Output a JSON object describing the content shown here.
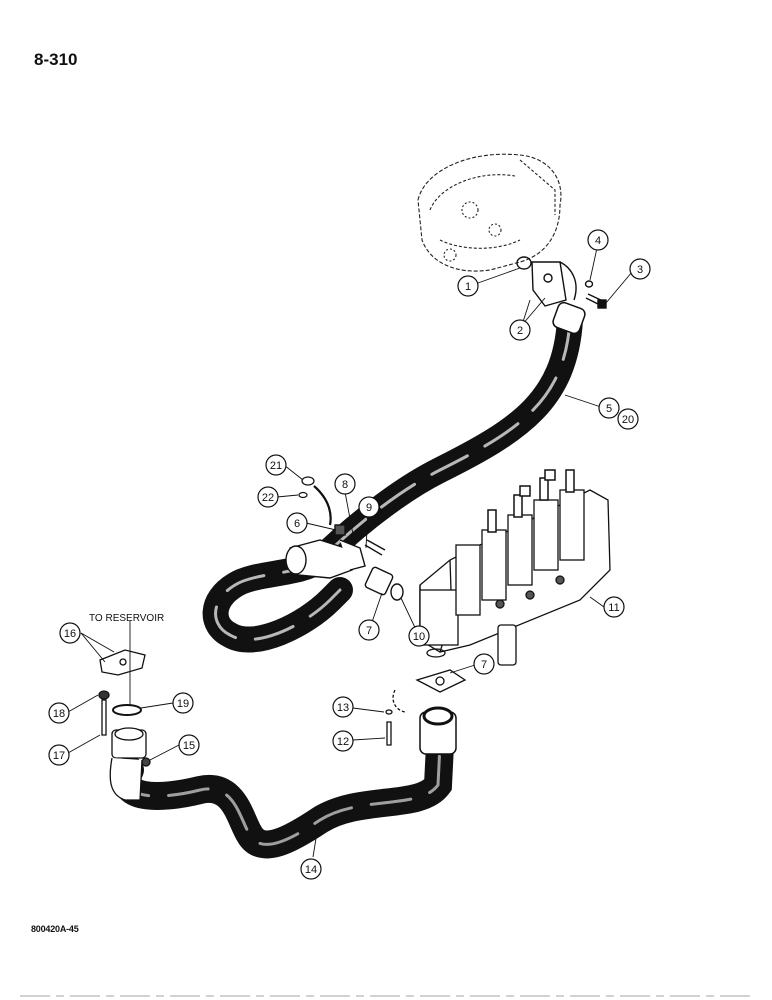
{
  "page_number": "8-310",
  "figure_code": "800420A-45",
  "note": "TO RESERVOIR",
  "callouts": [
    "1",
    "2",
    "3",
    "4",
    "5",
    "20",
    "21",
    "22",
    "8",
    "9",
    "6",
    "7",
    "10",
    "11",
    "16",
    "18",
    "19",
    "17",
    "15",
    "13",
    "12",
    "14"
  ]
}
